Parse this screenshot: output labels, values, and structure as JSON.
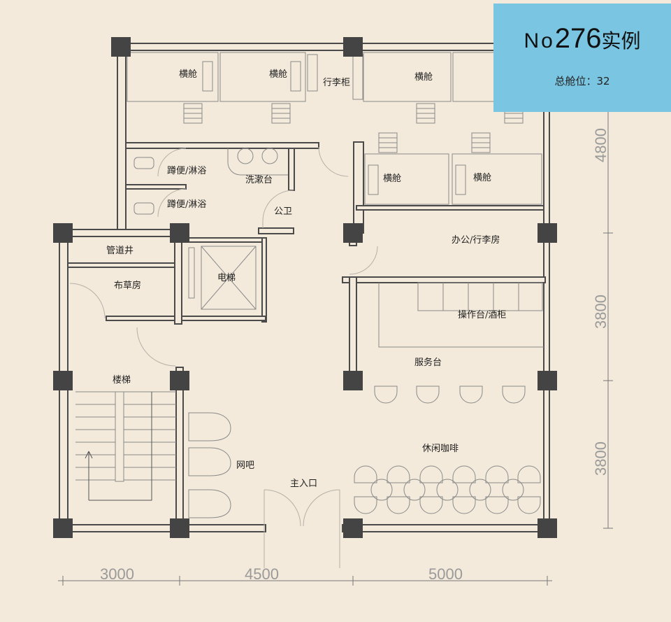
{
  "badge": {
    "prefix": "No",
    "number": "276",
    "suffix": "实例",
    "total_label": "总舱位：32"
  },
  "rooms": {
    "capsule_top_1": "横舱",
    "capsule_top_2": "横舱",
    "capsule_top_3": "横舱",
    "luggage_cabinet": "行李柜",
    "capsule_mid_1": "横舱",
    "capsule_mid_2": "横舱",
    "toilet_shower_1": "蹲便/淋浴",
    "toilet_shower_2": "蹲便/淋浴",
    "washbasin": "洗漱台",
    "public_toilet": "公卫",
    "pipe_shaft": "管道井",
    "linen_room": "布草房",
    "elevator": "电梯",
    "office_luggage": "办公/行李房",
    "bar_counter": "操作台/酒柜",
    "service_desk": "服务台",
    "stairs": "楼梯",
    "internet_bar": "网吧",
    "cafe": "休闲咖啡",
    "main_entrance": "主入口"
  },
  "dimensions": {
    "bottom": [
      "3000",
      "4500",
      "5000"
    ],
    "right": [
      "4800",
      "3800",
      "3800"
    ]
  }
}
